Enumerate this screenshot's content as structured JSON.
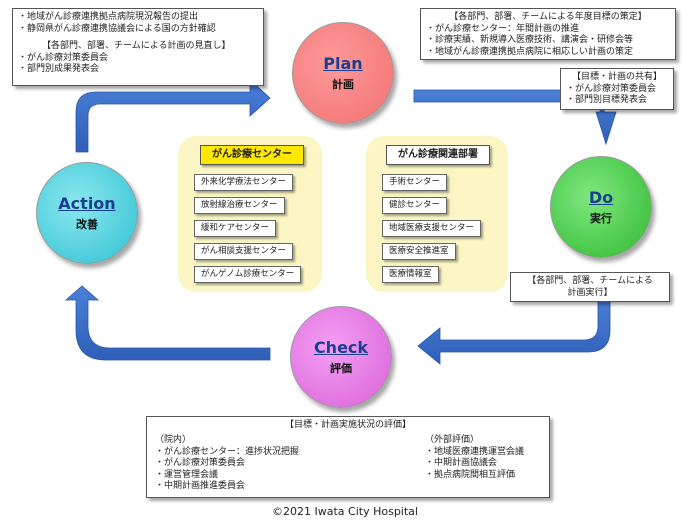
{
  "cycle": {
    "plan": {
      "en": "Plan",
      "ja": "計画"
    },
    "do": {
      "en": "Do",
      "ja": "実行"
    },
    "check": {
      "en": "Check",
      "ja": "評価"
    },
    "action": {
      "en": "Action",
      "ja": "改善"
    }
  },
  "notes": {
    "top_left": {
      "lines": [
        "・地域がん診療連携拠点病院現況報告の提出",
        "・静岡県がん診療連携協議会による国の方針確認"
      ],
      "heading": "【各部門、部署、チームによる計画の見直し】",
      "lines2": [
        "・がん診療対策委員会",
        "・部門別成果発表会"
      ]
    },
    "top_right": {
      "heading": "【各部門、部署、チームによる年度目標の策定】",
      "lines": [
        "・がん診療センター：年間計画の推進",
        "・診療実績、新規導入医療技術、講演会・研修会等",
        "・地域がん診療連携拠点病院に相応しい計画の策定"
      ]
    },
    "goal_share": {
      "heading": "【目標・計画の共有】",
      "lines": [
        "・がん診療対策委員会",
        "・部門別目標発表会"
      ]
    },
    "do_exec": {
      "lines": [
        "【各部門、部署、チームによる",
        "計画実行】"
      ]
    },
    "evaluation": {
      "heading": "【目標・計画実施状況の評価】",
      "left_title": "（院内）",
      "left": [
        "・がん診療センター：進捗状況把握",
        "・がん診療対策委員会",
        "・運営管理会議",
        "・中期計画推進委員会"
      ],
      "right_title": "（外部評価）",
      "right": [
        "・地域医療連携運営会議",
        "・中期計画協議会",
        "・拠点病院間相互評価"
      ]
    }
  },
  "center_left": {
    "title": "がん診療センター",
    "items": [
      "外来化学療法センター",
      "放射線治療センター",
      "緩和ケアセンター",
      "がん相談支援センター",
      "がんゲノム診療センター"
    ]
  },
  "center_right": {
    "title": "がん診療関連部署",
    "items": [
      "手術センター",
      "健診センター",
      "地域医療支援センター",
      "医療安全推進室",
      "医療情報室"
    ]
  },
  "footer": "©2021 Iwata City Hospital",
  "colors": {
    "plan": "#f08080",
    "do": "#3ec43e",
    "check": "#e06ae0",
    "action": "#3cc8d8",
    "arrow": "#3b6fc8",
    "panel": "#fbf6c4",
    "header_left": "#ffe800"
  }
}
